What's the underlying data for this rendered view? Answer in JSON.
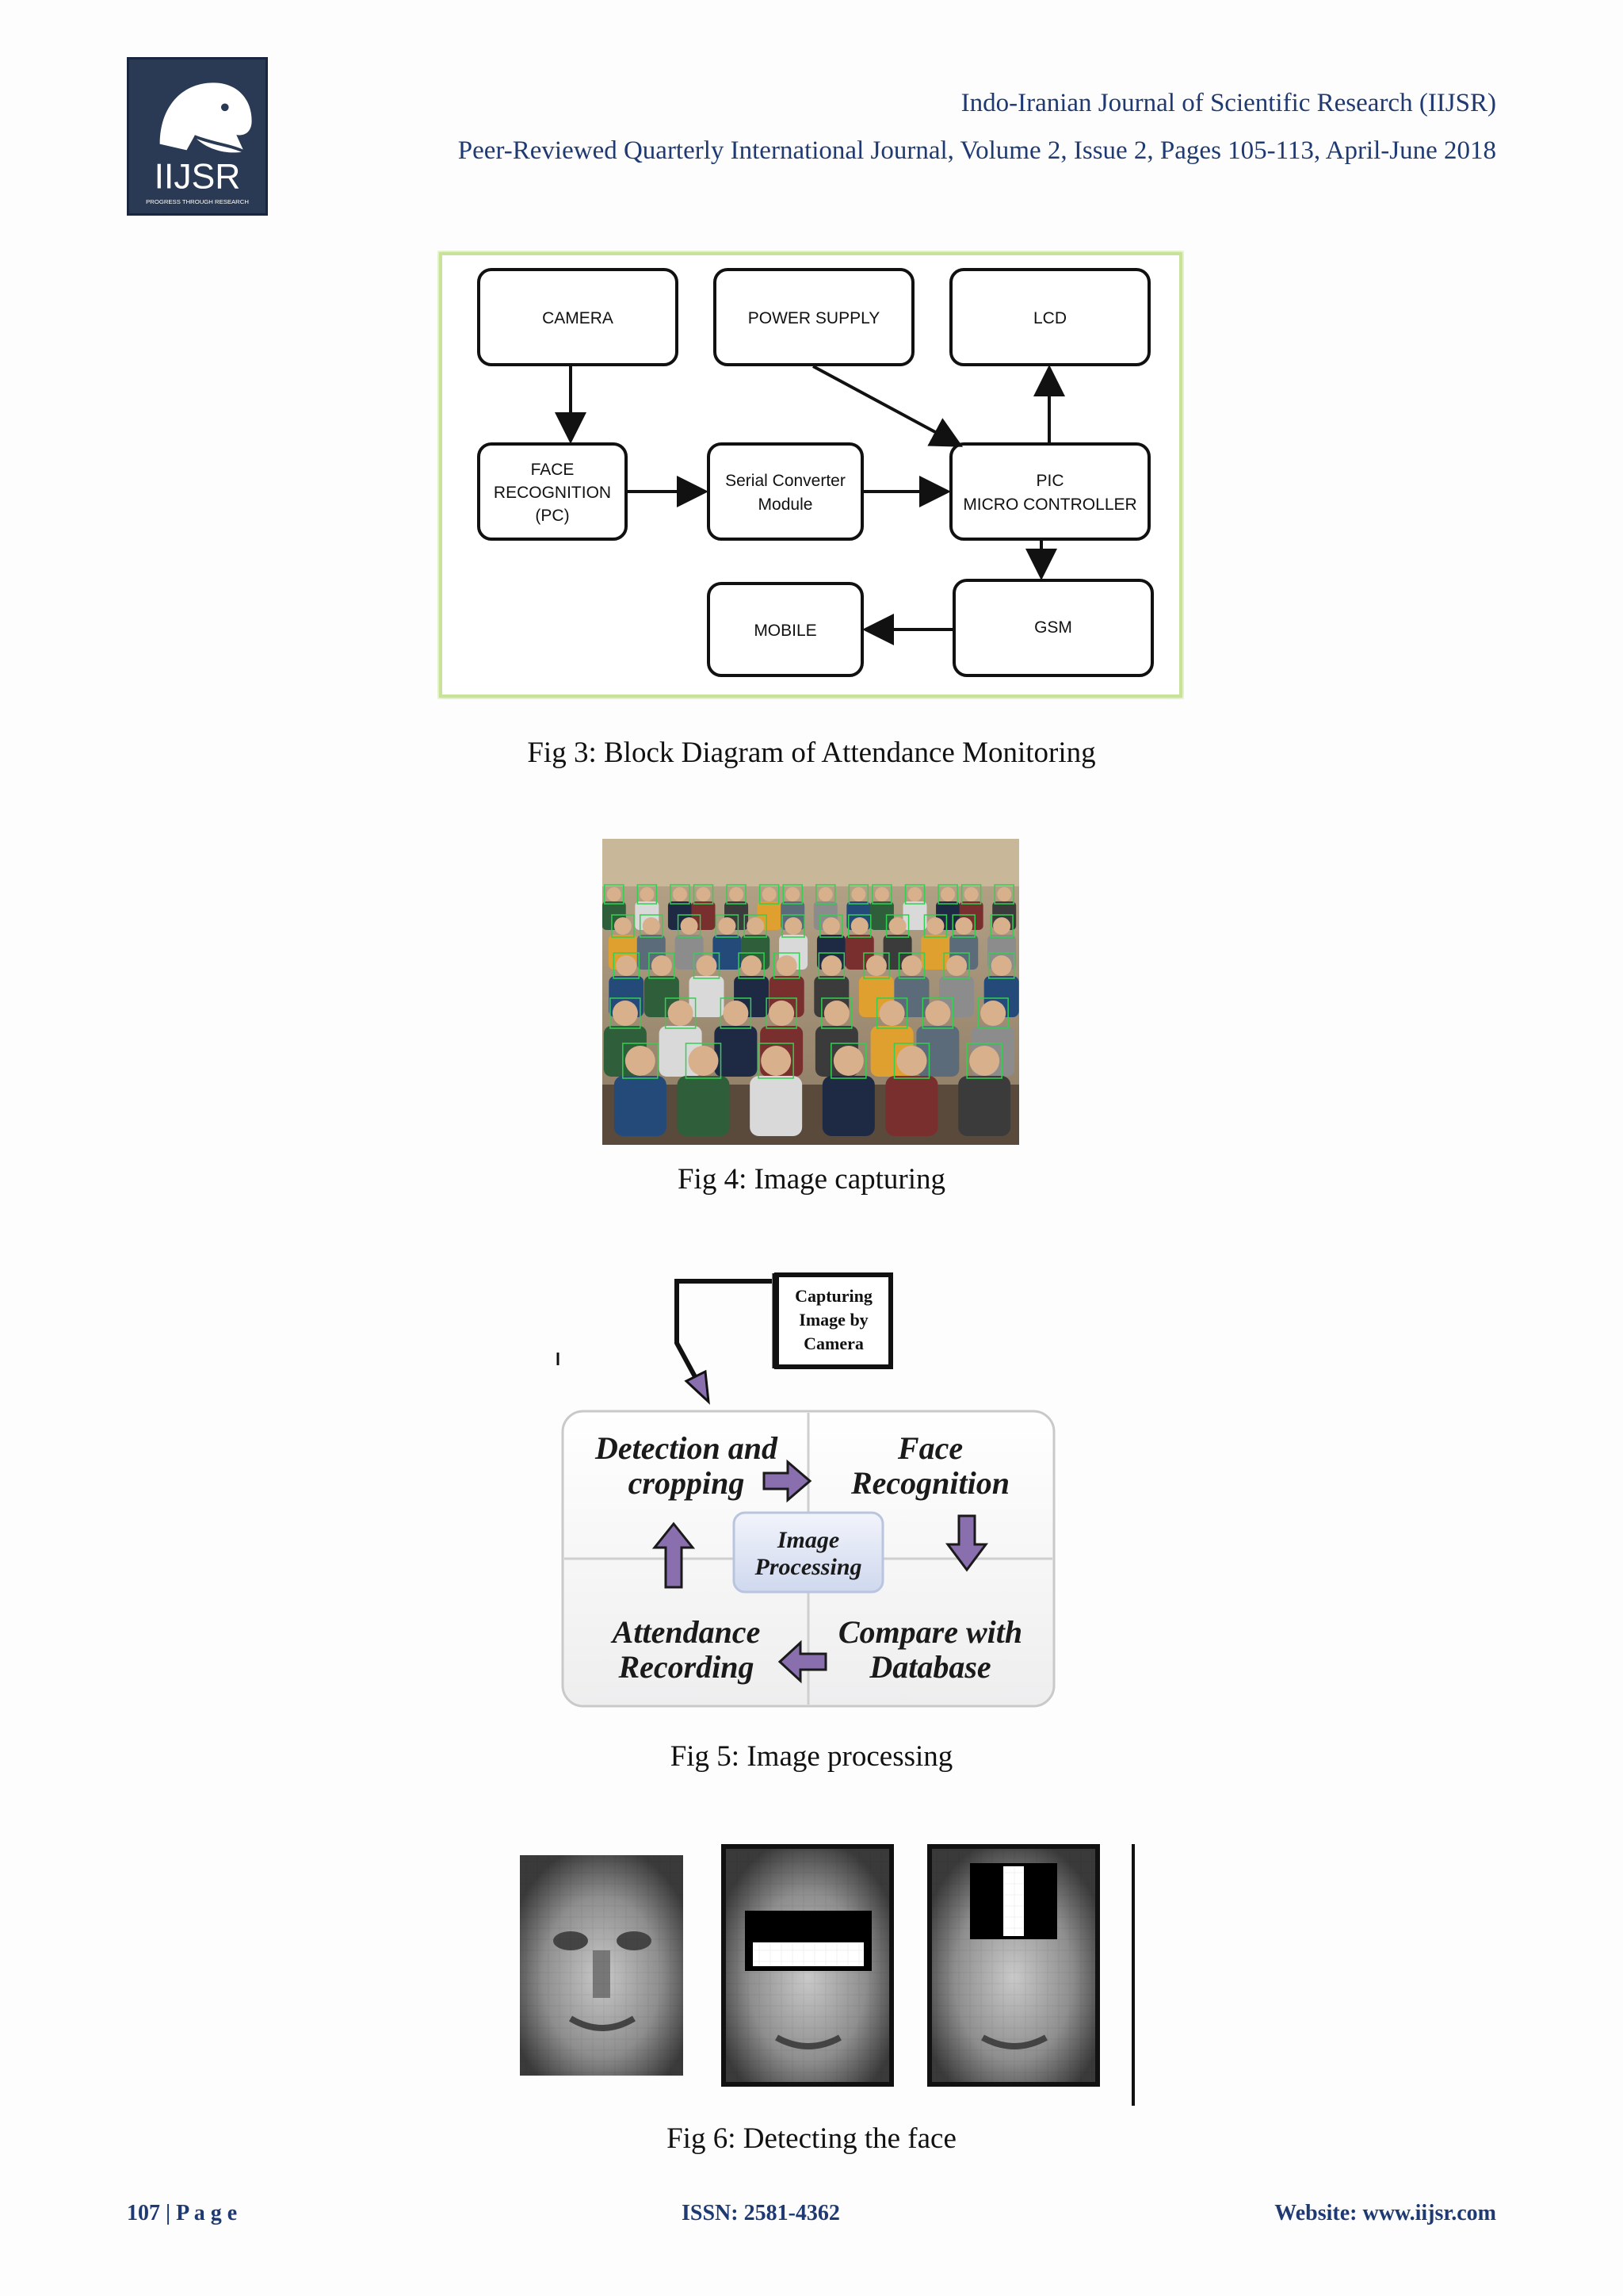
{
  "header": {
    "logo_text": "IIJSR",
    "logo_tagline": "PROGRESS THROUGH RESEARCH",
    "journal_title": "Indo-Iranian Journal of Scientific Research (IIJSR)",
    "journal_meta": "Peer-Reviewed Quarterly International Journal, Volume 2, Issue 2, Pages 105-113, April-June 2018"
  },
  "fig3": {
    "caption": "Fig 3: Block Diagram of Attendance Monitoring",
    "blocks": {
      "camera": "CAMERA",
      "power_supply": "POWER SUPPLY",
      "lcd": "LCD",
      "face_recognition": [
        "FACE",
        "RECOGNITION",
        "(PC)"
      ],
      "serial_converter": [
        "Serial Converter",
        "Module"
      ],
      "pic": [
        "PIC",
        "MICRO CONTROLLER"
      ],
      "mobile": "MOBILE",
      "gsm": "GSM"
    }
  },
  "fig4": {
    "caption": "Fig 4: Image capturing"
  },
  "fig5": {
    "caption": "Fig 5: Image processing",
    "capture_box": [
      "Capturing",
      "Image by",
      "Camera"
    ],
    "detection": [
      "Detection and",
      "cropping"
    ],
    "face_recognition": [
      "Face",
      "Recognition"
    ],
    "center": [
      "Image",
      "Processing"
    ],
    "attendance": [
      "Attendance",
      "Recording"
    ],
    "compare": [
      "Compare with",
      "Database"
    ]
  },
  "fig6": {
    "caption": "Fig 6: Detecting the face"
  },
  "footer": {
    "page": "107 | P a g e",
    "issn": "ISSN: 2581-4362",
    "website": "Website: www.iijsr.com"
  },
  "colors": {
    "header_text": "#1f3a73",
    "diagram_border": "#c8e29a",
    "arrow_purple": "#8a6fae"
  }
}
